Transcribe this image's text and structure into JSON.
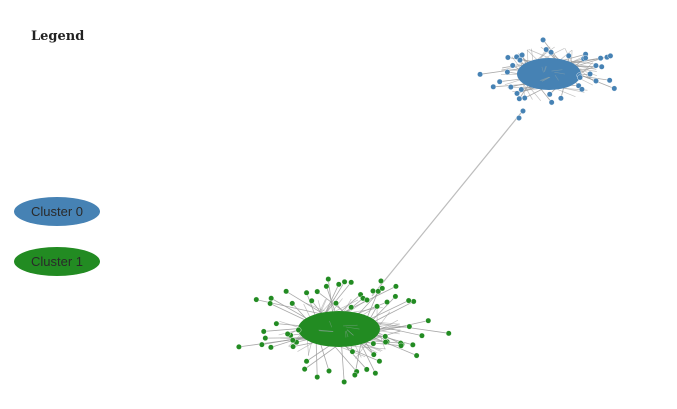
{
  "legend": {
    "title": "Legend",
    "items": [
      {
        "label": "Cluster 0",
        "color": "#4682b4"
      },
      {
        "label": "Cluster 1",
        "color": "#228b22"
      }
    ]
  },
  "colors": {
    "edge": "#9a9a9a",
    "bridge_edge": "#bdbdbd",
    "node_stroke": "#ffffff"
  },
  "graph": {
    "clusters": [
      {
        "id": 0,
        "color": "#4682b4",
        "outlier_nodes": 38
      },
      {
        "id": 1,
        "color": "#228b22",
        "outlier_nodes": 62
      }
    ],
    "bridge_edges": 1
  }
}
